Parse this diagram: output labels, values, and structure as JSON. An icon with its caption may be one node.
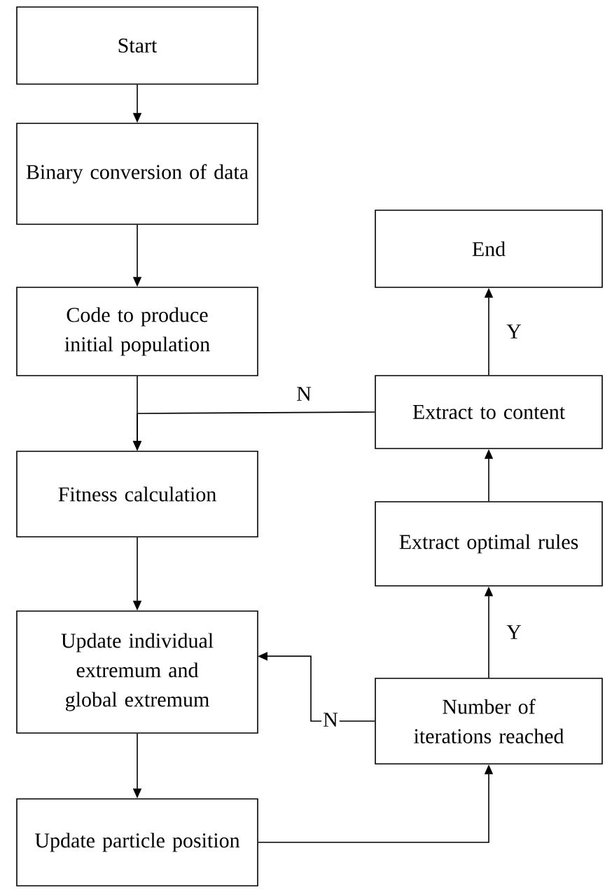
{
  "diagram": {
    "nodes": [
      {
        "text": [
          "Start"
        ]
      },
      {
        "text": [
          "Binary conversion of data"
        ]
      },
      {
        "text": [
          "Code to produce initial population"
        ]
      },
      {
        "text": [
          "Fitness calculation"
        ]
      },
      {
        "text": [
          "Update individual extremum and global extremum"
        ]
      },
      {
        "text": [
          "Update particle position"
        ]
      },
      {
        "text": [
          "End"
        ]
      },
      {
        "text": [
          "Extract to content"
        ]
      },
      {
        "text": [
          "Extract optimal rules"
        ]
      },
      {
        "text": [
          "Number of iterations reached"
        ]
      }
    ],
    "edges": [
      {
        "from": 0,
        "to": 1,
        "arrow": "to"
      },
      {
        "from": 1,
        "to": 2,
        "arrow": "to"
      },
      {
        "from": 2,
        "to": 3,
        "arrow": "to"
      },
      {
        "from": 7,
        "to": 3,
        "arrow": "to",
        "label": "N"
      },
      {
        "from": 3,
        "to": 4,
        "arrow": "to"
      },
      {
        "from": 4,
        "to": 5,
        "arrow": "to"
      },
      {
        "from": 5,
        "to": 9,
        "arrow": "to"
      },
      {
        "from": 9,
        "to": 8,
        "arrow": "to",
        "label": "Y"
      },
      {
        "from": 8,
        "to": 7,
        "arrow": "to"
      },
      {
        "from": 7,
        "to": 6,
        "arrow": "to",
        "label": "Y"
      },
      {
        "from": 9,
        "to": 4,
        "arrow": "to",
        "label": "N"
      }
    ]
  }
}
